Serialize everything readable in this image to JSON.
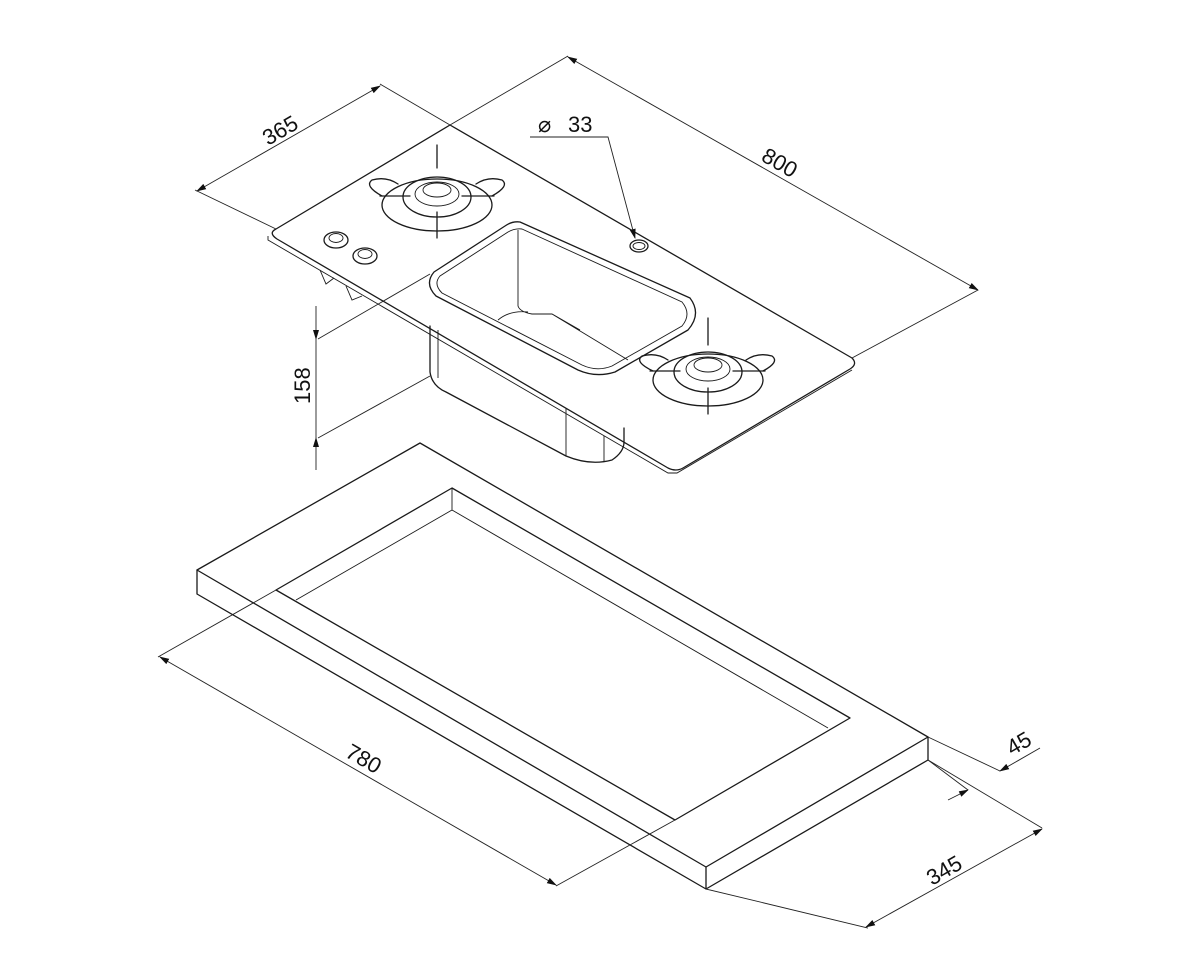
{
  "dimensions": {
    "hob_depth": "365",
    "hob_length": "800",
    "hole_diameter_symbol": "⌀",
    "hole_diameter": "33",
    "sink_height": "158",
    "cutout_length": "780",
    "cutout_depth": "345",
    "worktop_thickness": "45"
  },
  "colors": {
    "line": "#1a1a1a",
    "background": "#ffffff"
  }
}
